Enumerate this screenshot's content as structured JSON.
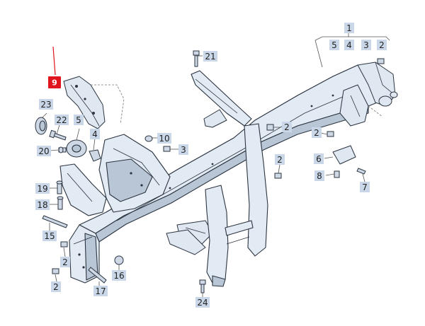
{
  "highlight_color": "#e0141c",
  "label_color": "#c9d7e9",
  "labels": {
    "l1": "1",
    "l5": "5",
    "l4": "4",
    "l3": "3",
    "l2": "2",
    "l21": "21",
    "l9": "9",
    "l23": "23",
    "l22": "22",
    "l5b": "5",
    "l4b": "4",
    "l10": "10",
    "l3b": "3",
    "l2b": "2",
    "l2c": "2",
    "l20": "20",
    "l2d": "2",
    "l6": "6",
    "l8": "8",
    "l7": "7",
    "l19": "19",
    "l18": "18",
    "l15": "15",
    "l2e": "2",
    "l16": "16",
    "l2f": "2",
    "l17": "17",
    "l24": "24"
  }
}
